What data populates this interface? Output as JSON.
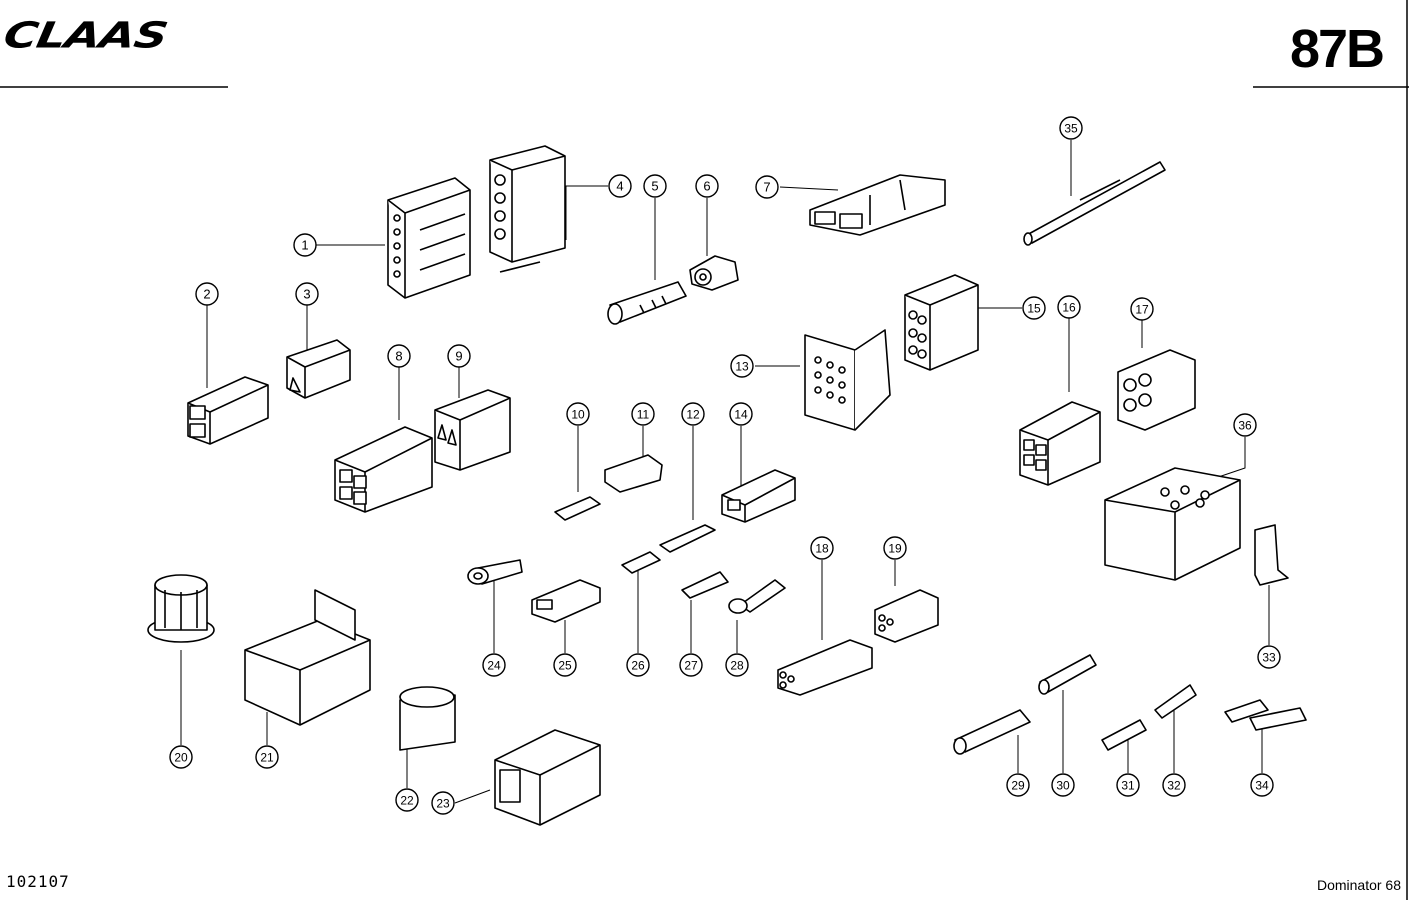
{
  "header": {
    "brand": "CLAAS",
    "page_code": "87B"
  },
  "footer": {
    "document_number": "102107",
    "model": "Dominator 68"
  },
  "callouts": [
    "1",
    "2",
    "3",
    "4",
    "5",
    "6",
    "7",
    "8",
    "9",
    "10",
    "11",
    "12",
    "13",
    "14",
    "15",
    "16",
    "17",
    "18",
    "19",
    "20",
    "21",
    "22",
    "23",
    "24",
    "25",
    "26",
    "27",
    "28",
    "29",
    "30",
    "31",
    "32",
    "33",
    "34",
    "35",
    "36"
  ]
}
